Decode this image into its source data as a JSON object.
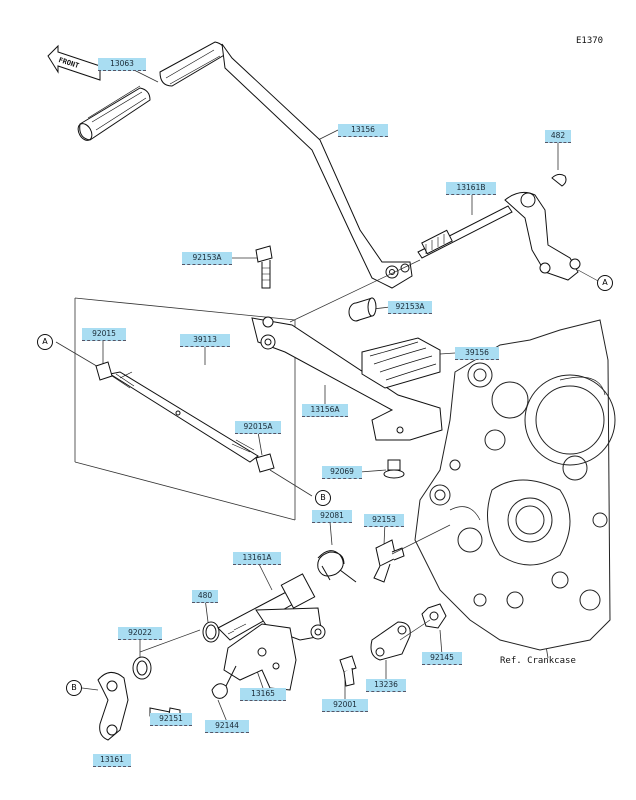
{
  "diagram_code": "E1370",
  "front_arrow": "FRONT",
  "ref_label": "Ref. Crankcase",
  "refs": {
    "a": "A",
    "b": "B"
  },
  "parts": {
    "p13063": "13063",
    "p13156": "13156",
    "p482": "482",
    "p13161b": "13161B",
    "p92153a_1": "92153A",
    "p92153a_2": "92153A",
    "p39156": "39156",
    "p92015": "92015",
    "p39113": "39113",
    "p13156a": "13156A",
    "p92015a": "92015A",
    "p92069": "92069",
    "p92081": "92081",
    "p92153": "92153",
    "p13161a": "13161A",
    "p480": "480",
    "p92022": "92022",
    "p92145": "92145",
    "p13165": "13165",
    "p13236": "13236",
    "p92001": "92001",
    "p92144": "92144",
    "p13161": "13161",
    "p92151": "92151"
  }
}
